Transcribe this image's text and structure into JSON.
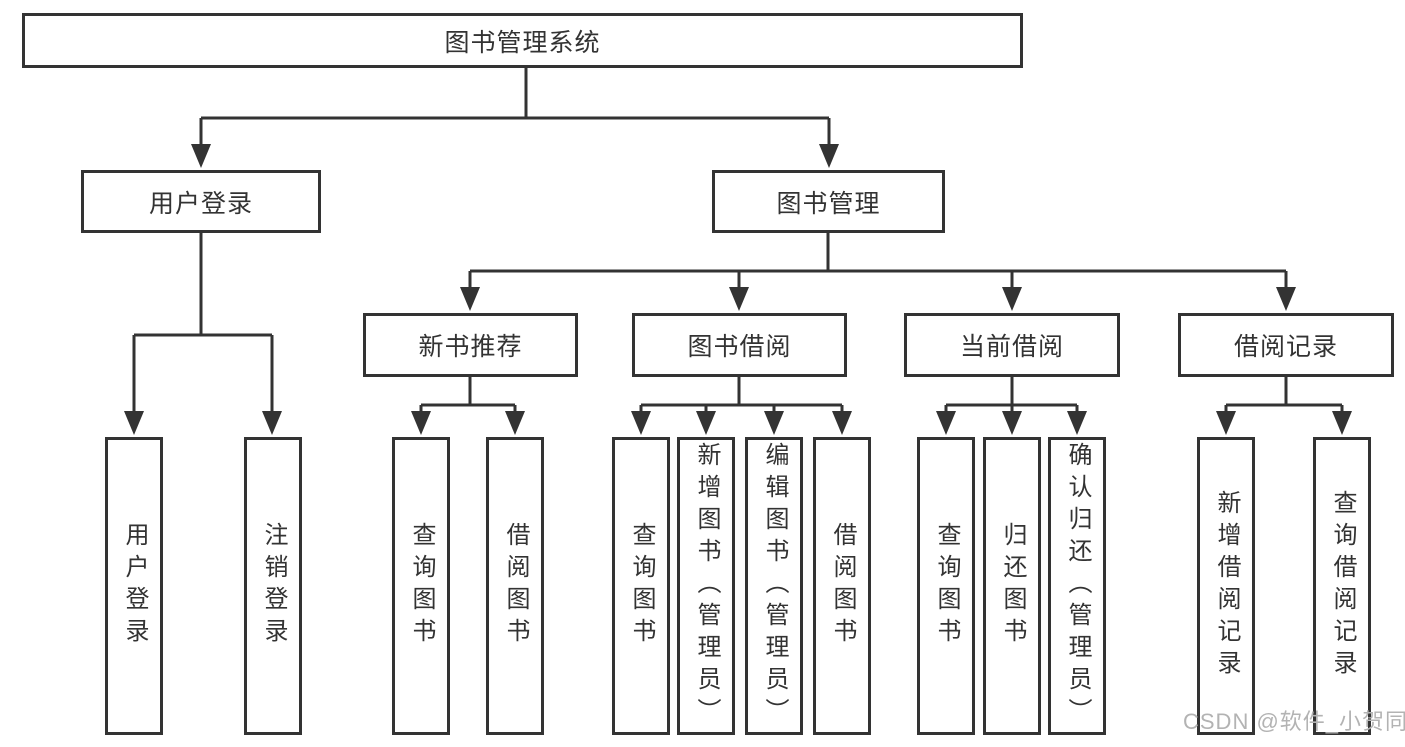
{
  "colors": {
    "background": "#ffffff",
    "line": "#333333",
    "box_border": "#333333",
    "text": "#333333",
    "watermark": "#b3b3b3"
  },
  "tree": {
    "root": "图书管理系统",
    "branches": [
      {
        "label": "用户登录",
        "leaves": [
          "用户登录",
          "注销登录"
        ]
      },
      {
        "label": "图书管理",
        "groups": [
          {
            "label": "新书推荐",
            "leaves": [
              "查询图书",
              "借阅图书"
            ]
          },
          {
            "label": "图书借阅",
            "leaves": [
              "查询图书",
              "新增图书（管理员）",
              "编辑图书（管理员）",
              "借阅图书"
            ]
          },
          {
            "label": "当前借阅",
            "leaves": [
              "查询图书",
              "归还图书",
              "确认归还（管理员）"
            ]
          },
          {
            "label": "借阅记录",
            "leaves": [
              "新增借阅记录",
              "查询借阅记录"
            ]
          }
        ]
      }
    ]
  },
  "watermark": {
    "text": "CSDN @软件_小贺同学"
  }
}
